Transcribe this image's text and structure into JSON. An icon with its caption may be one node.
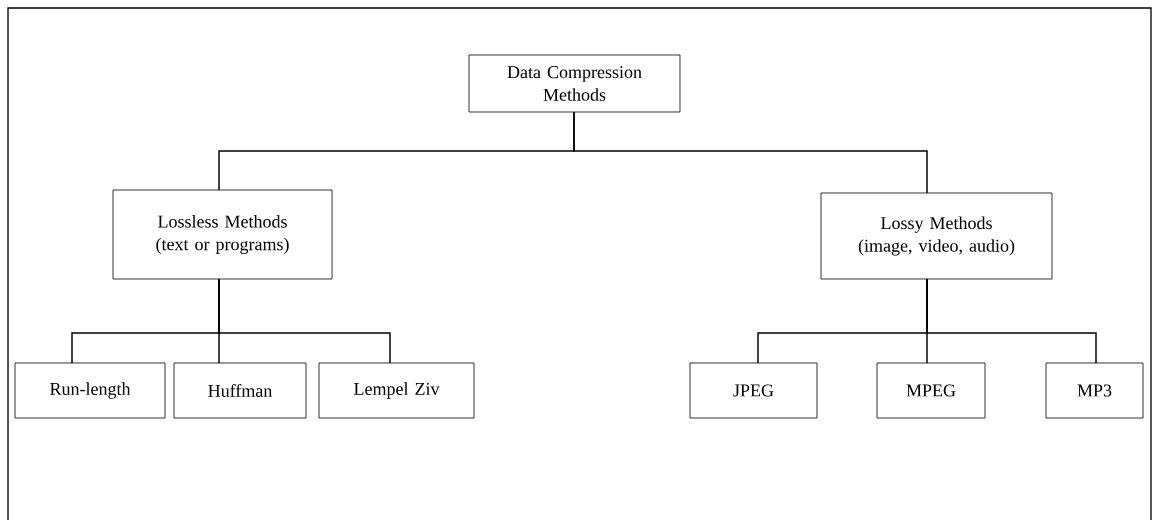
{
  "diagram": {
    "nodes": [
      {
        "text": [
          "Data Compression Methods"
        ]
      },
      {
        "text": [
          "Lossless Methods (text or programs)"
        ]
      },
      {
        "text": [
          "Lossy Methods (image, video, audio)"
        ]
      },
      {
        "text": [
          "Run-length"
        ]
      },
      {
        "text": [
          "Huffman"
        ]
      },
      {
        "text": [
          "Lempel Ziv"
        ]
      },
      {
        "text": [
          "JPEG"
        ]
      },
      {
        "text": [
          "MPEG"
        ]
      },
      {
        "text": [
          "MP3"
        ]
      }
    ],
    "edges": [
      {
        "from": 0,
        "to": 1,
        "arrow": "none"
      },
      {
        "from": 0,
        "to": 2,
        "arrow": "none"
      },
      {
        "from": 1,
        "to": 3,
        "arrow": "none"
      },
      {
        "from": 1,
        "to": 4,
        "arrow": "none"
      },
      {
        "from": 1,
        "to": 5,
        "arrow": "none"
      },
      {
        "from": 2,
        "to": 6,
        "arrow": "none"
      },
      {
        "from": 2,
        "to": 7,
        "arrow": "none"
      },
      {
        "from": 2,
        "to": 8,
        "arrow": "none"
      }
    ]
  }
}
